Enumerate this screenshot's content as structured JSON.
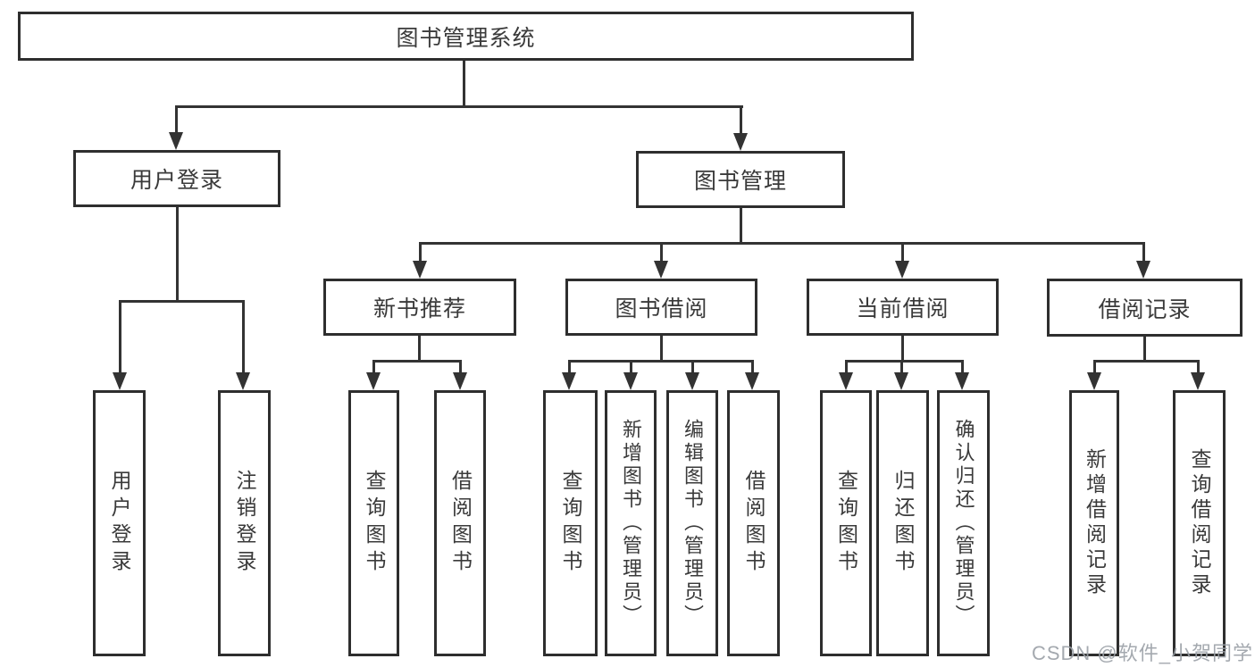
{
  "diagram": {
    "root": {
      "label": "图书管理系统"
    },
    "level2": [
      {
        "label": "用户登录"
      },
      {
        "label": "图书管理"
      }
    ],
    "level3": [
      {
        "label": "新书推荐"
      },
      {
        "label": "图书借阅"
      },
      {
        "label": "当前借阅"
      },
      {
        "label": "借阅记录"
      }
    ],
    "leaves": {
      "user_login": [
        "用户登录",
        "注销登录"
      ],
      "new_books": [
        "查询图书",
        "借阅图书"
      ],
      "book_borrow": [
        "查询图书",
        "新增图书（管理员）",
        "编辑图书（管理员）",
        "借阅图书"
      ],
      "current_borrow": [
        "查询图书",
        "归还图书",
        "确认归还（管理员）"
      ],
      "borrow_records": [
        "新增借阅记录",
        "查询借阅记录"
      ]
    }
  },
  "watermark": "CSDN @软件_小贺同学",
  "colors": {
    "line": "#333333",
    "border": "#2e2e2e",
    "text": "#3a3a3a",
    "watermark": "#9aa0a6",
    "background": "#ffffff"
  }
}
